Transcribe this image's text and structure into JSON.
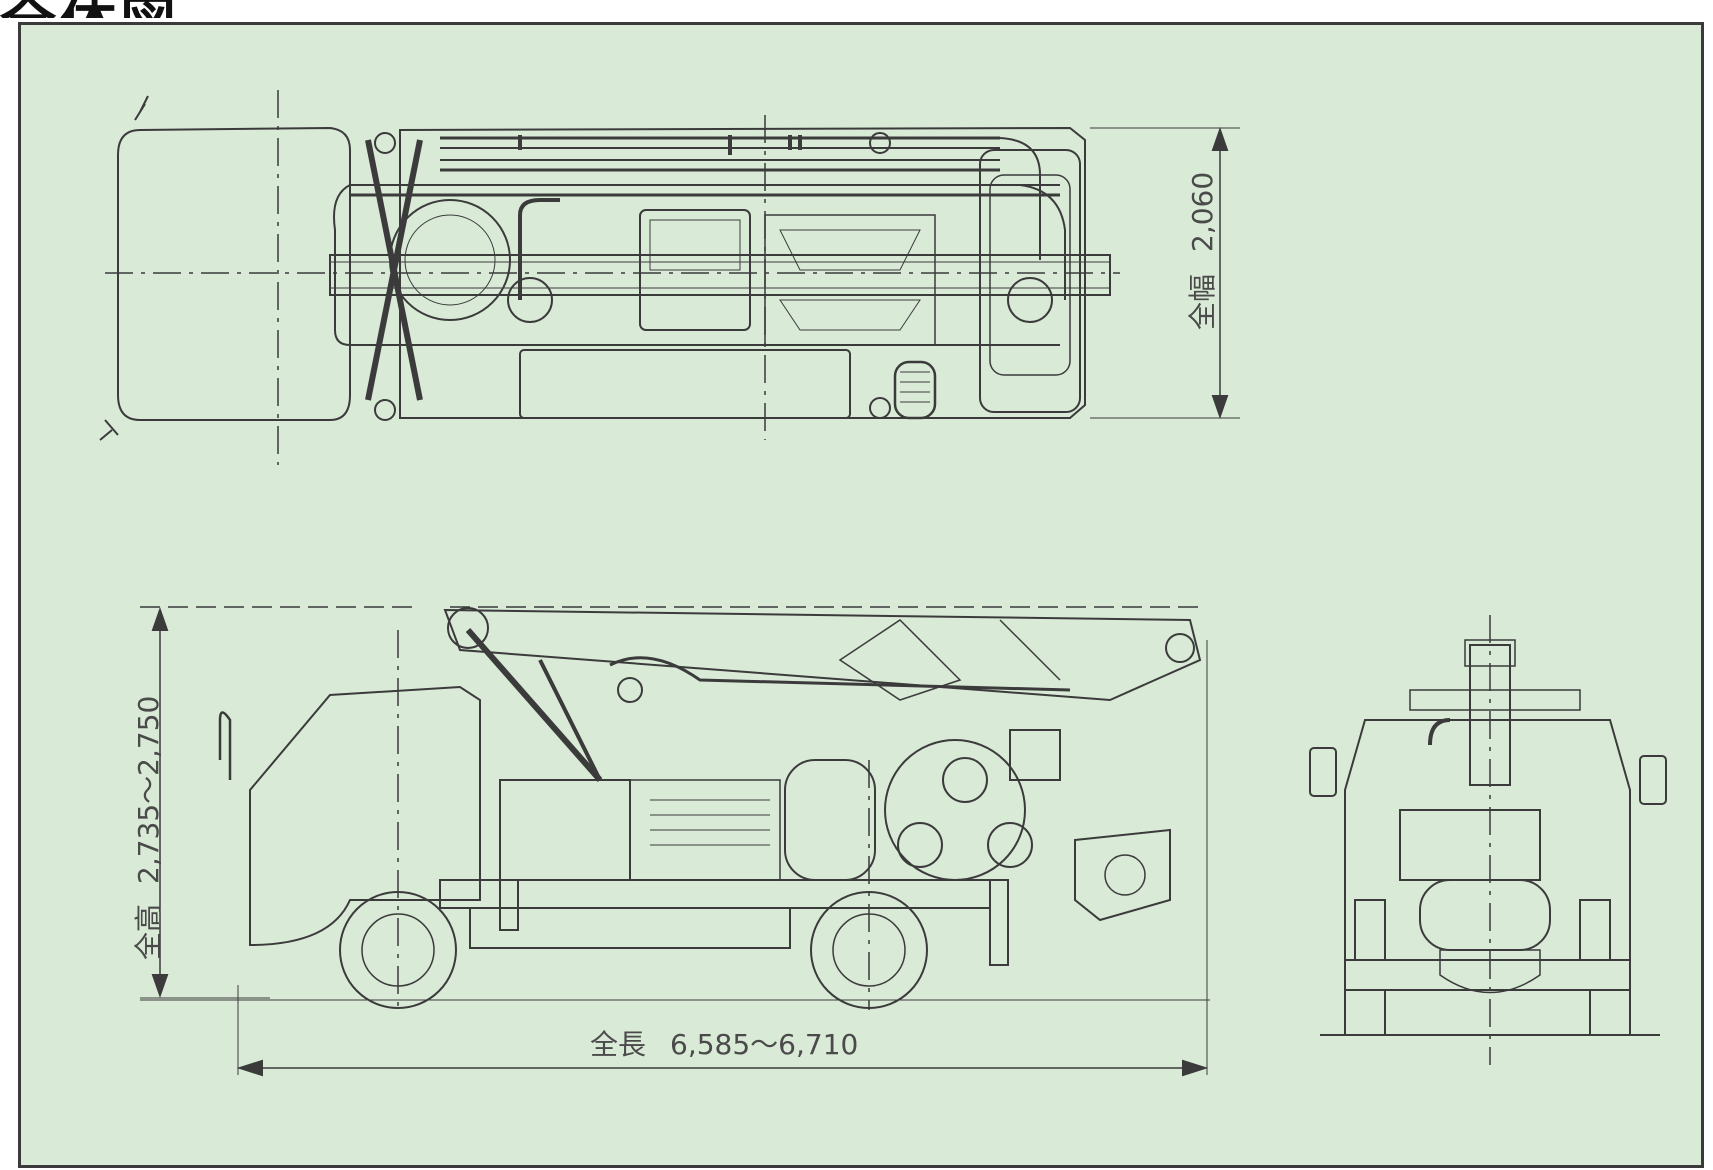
{
  "header": {
    "title": "全体図"
  },
  "colors": {
    "background": "#d9ead7",
    "line": "#3b3b3b",
    "frame": "#3a3a3a"
  },
  "top_view": {
    "width_label": "全幅",
    "width_value": "2,060"
  },
  "side_view": {
    "height_label": "全高",
    "height_value": "2,735〜2,750",
    "length_label": "全長",
    "length_value": "6,585〜6,710"
  },
  "front_view": {}
}
